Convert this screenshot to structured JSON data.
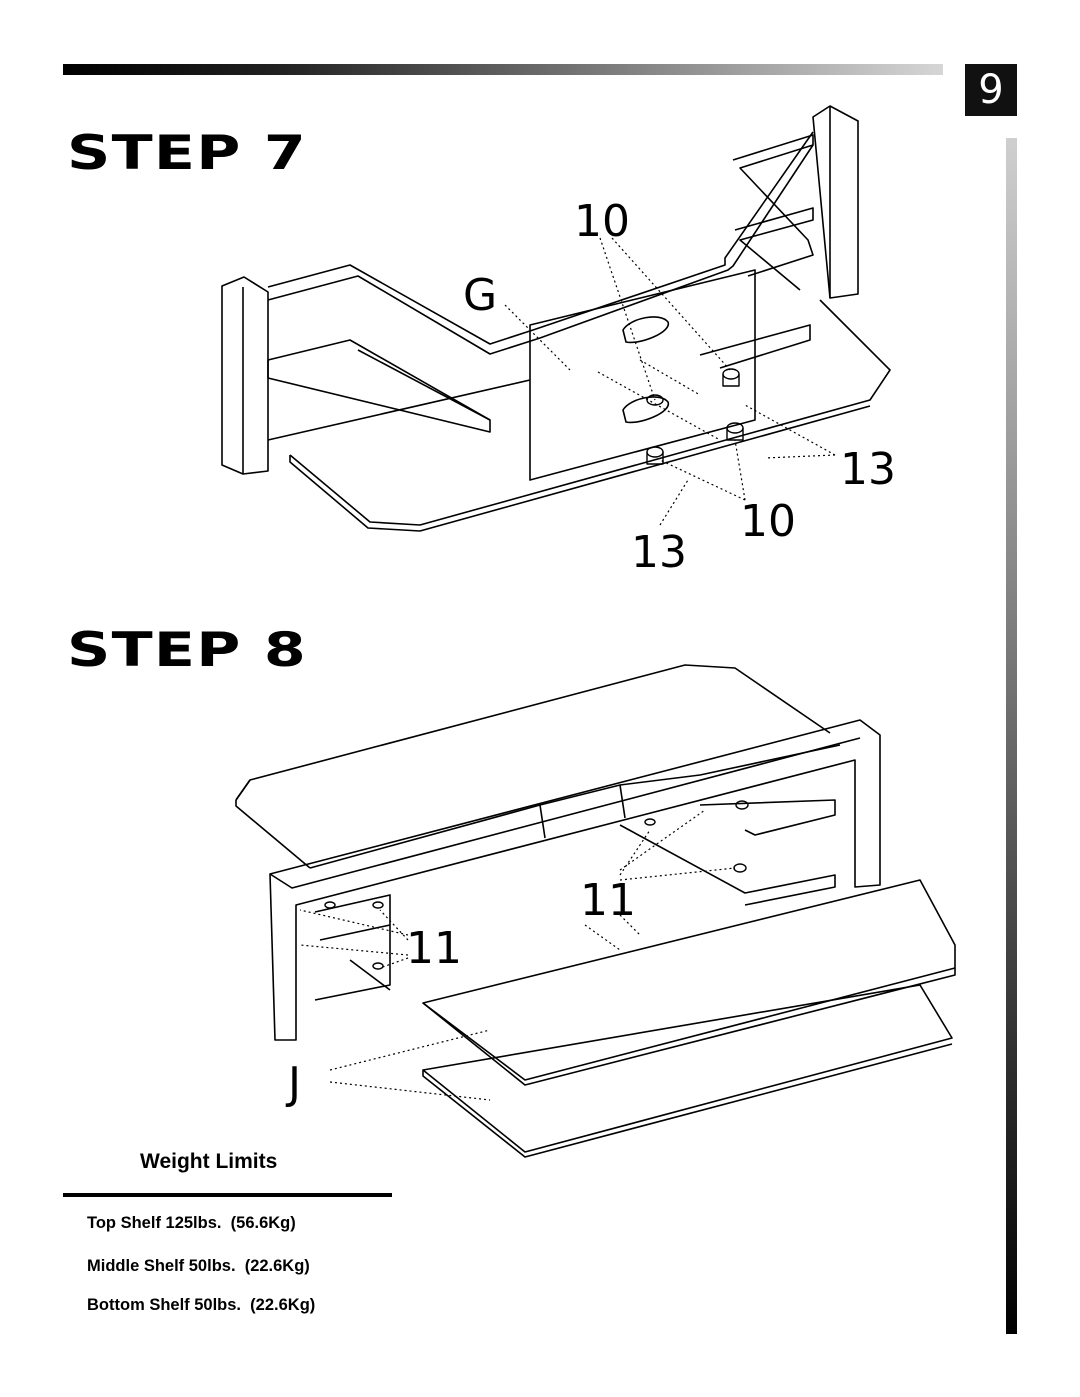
{
  "page_number": "9",
  "steps": [
    {
      "title": "STEP 7",
      "callouts": {
        "part_g": "G",
        "part_10_top": "10",
        "part_10_bottom": "10",
        "part_13_right": "13",
        "part_13_bottom": "13"
      }
    },
    {
      "title": "STEP 8",
      "callouts": {
        "part_11_left": "11",
        "part_11_right": "11",
        "part_j": "J"
      }
    }
  ],
  "weight_limits": {
    "title": "Weight Limits",
    "items": [
      "Top Shelf 125lbs.  (56.6Kg)",
      "Middle Shelf 50lbs.  (22.6Kg)",
      "Bottom Shelf 50lbs.  (22.6Kg)"
    ]
  }
}
